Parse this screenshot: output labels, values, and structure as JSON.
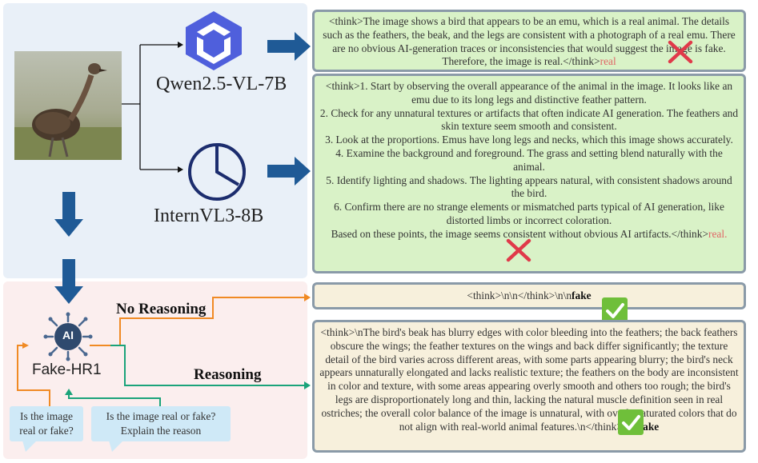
{
  "models": {
    "qwen": "Qwen2.5-VL-7B",
    "intern": "InternVL3-8B",
    "fake_hr1": "Fake-HR1",
    "ai_badge": "AI"
  },
  "labels": {
    "no_reasoning": "No Reasoning",
    "reasoning": "Reasoning"
  },
  "prompts": {
    "short": "Is the image real or fake?",
    "long": "Is the image real or fake? Explain the reason"
  },
  "responses": {
    "qwen_text": "<think>The image shows a bird that appears to be an emu, which is a real animal. The details such as the feathers, the beak, and the legs are consistent with a photograph of a real emu. There are no obvious AI-generation traces or inconsistencies that would suggest the image is fake. Therefore, the image is real.</think>",
    "qwen_answer": "real",
    "intern_lines": [
      "<think>1. Start by observing the overall appearance of the animal in the image. It looks like an emu due to its long legs and distinctive feather pattern.",
      "2. Check for any unnatural textures or artifacts that often indicate AI generation. The feathers and skin texture seem smooth and consistent.",
      "3. Look at the proportions. Emus have long legs and necks, which this image shows accurately.",
      "4. Examine the background and foreground. The grass and setting blend naturally with the animal.",
      "5. Identify lighting and shadows. The lighting appears natural, with consistent shadows around the bird.",
      "6. Confirm there are no strange elements or mismatched parts typical of AI generation, like distorted limbs or incorrect coloration.",
      "Based on these points, the image seems consistent without obvious AI artifacts.</think>"
    ],
    "intern_answer": "real.",
    "no_reasoning_text": "<think>\\n\\n</think>\\n\\n",
    "no_reasoning_answer": "fake",
    "reasoning_text": "<think>\\nThe bird's beak has blurry edges with color bleeding into the feathers; the back feathers obscure the wings; the feather textures on the wings and back differ significantly; the texture detail of the bird varies across different areas, with some parts appearing blurry; the bird's neck appears unnaturally elongated and lacks realistic texture; the feathers on the body are inconsistent in color and texture, with some areas appearing overly smooth and others too rough; the bird's legs are disproportionately long and thin, lacking the natural muscle definition seen in real ostriches; the overall color balance of the image is unnatural, with overly saturated colors that do not align with real-world animal features.\\n</think>\\n\\n",
    "reasoning_answer": "fake"
  },
  "icons": {
    "qwen_logo": "qwen-logo-icon",
    "intern_logo": "internvl-logo-icon",
    "ai_chip": "ai-chip-icon",
    "wrong": "cross-icon",
    "correct": "check-icon"
  },
  "colors": {
    "top_panel": "#e9f0f8",
    "bottom_panel": "#fbeeee",
    "green_box": "#d9f2c7",
    "tan_box": "#f7f0dc",
    "arrow_blue": "#1f5a96",
    "orange": "#f08a24",
    "teal": "#1aa37a",
    "cross_red": "#e03a4a",
    "check_green": "#6fbf3a",
    "bubble": "#cfe9f7"
  }
}
